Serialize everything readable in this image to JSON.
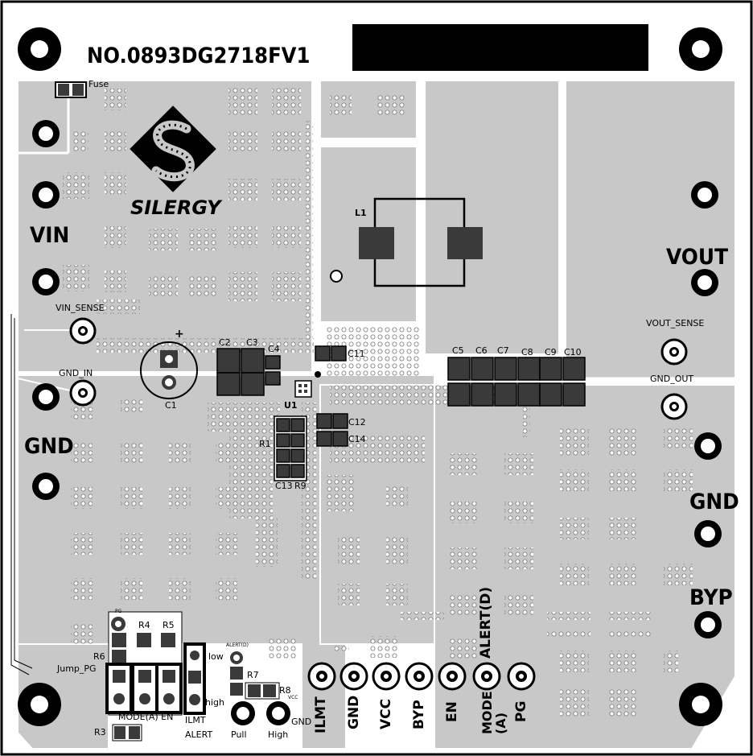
{
  "board_number": "NO.0893DG2718FV1",
  "logo_text": "SILERGY",
  "colors": {
    "copper": "#c8c8c8",
    "pad": "#3a3a3a",
    "outline": "#000000",
    "trace": "#ffffff"
  },
  "power_labels": {
    "vin": "VIN",
    "vout": "VOUT",
    "gnd_left": "GND",
    "gnd_right": "GND",
    "byp": "BYP"
  },
  "sense_labels": {
    "vin_sense": "VIN_SENSE",
    "gnd_in": "GND_IN",
    "vout_sense": "VOUT_SENSE",
    "gnd_out": "GND_OUT"
  },
  "components": {
    "fuse": "Fuse",
    "l1": "L1",
    "c1": "C1",
    "c2": "C2",
    "c3": "C3",
    "c4": "C4",
    "c5": "C5",
    "c6": "C6",
    "c7": "C7",
    "c8": "C8",
    "c9": "C9",
    "c10": "C10",
    "c11": "C11",
    "c12": "C12",
    "c13": "C13",
    "c14": "C14",
    "u1": "U1",
    "r1": "R1",
    "r3": "R3",
    "r4": "R4",
    "r5": "R5",
    "r6": "R6",
    "r7": "R7",
    "r8": "R8",
    "r9": "R9",
    "plus": "+"
  },
  "jumpers": {
    "jump_pg": "Jump_PG",
    "pg_small": "PG",
    "mode_en": "MODE(A) EN",
    "ilmt": "ILMT",
    "alert": "ALERT",
    "low": "low",
    "high": "high",
    "alert_d_small": "ALERT(D)",
    "vcc_small": "VCC",
    "gnd": "GND",
    "pull": "Pull",
    "high_cap": "High"
  },
  "test_points": [
    "ILMT",
    "GND",
    "VCC",
    "BYP",
    "EN",
    "MODE\n(A)",
    "PG"
  ],
  "alert_d": "ALERT(D)"
}
